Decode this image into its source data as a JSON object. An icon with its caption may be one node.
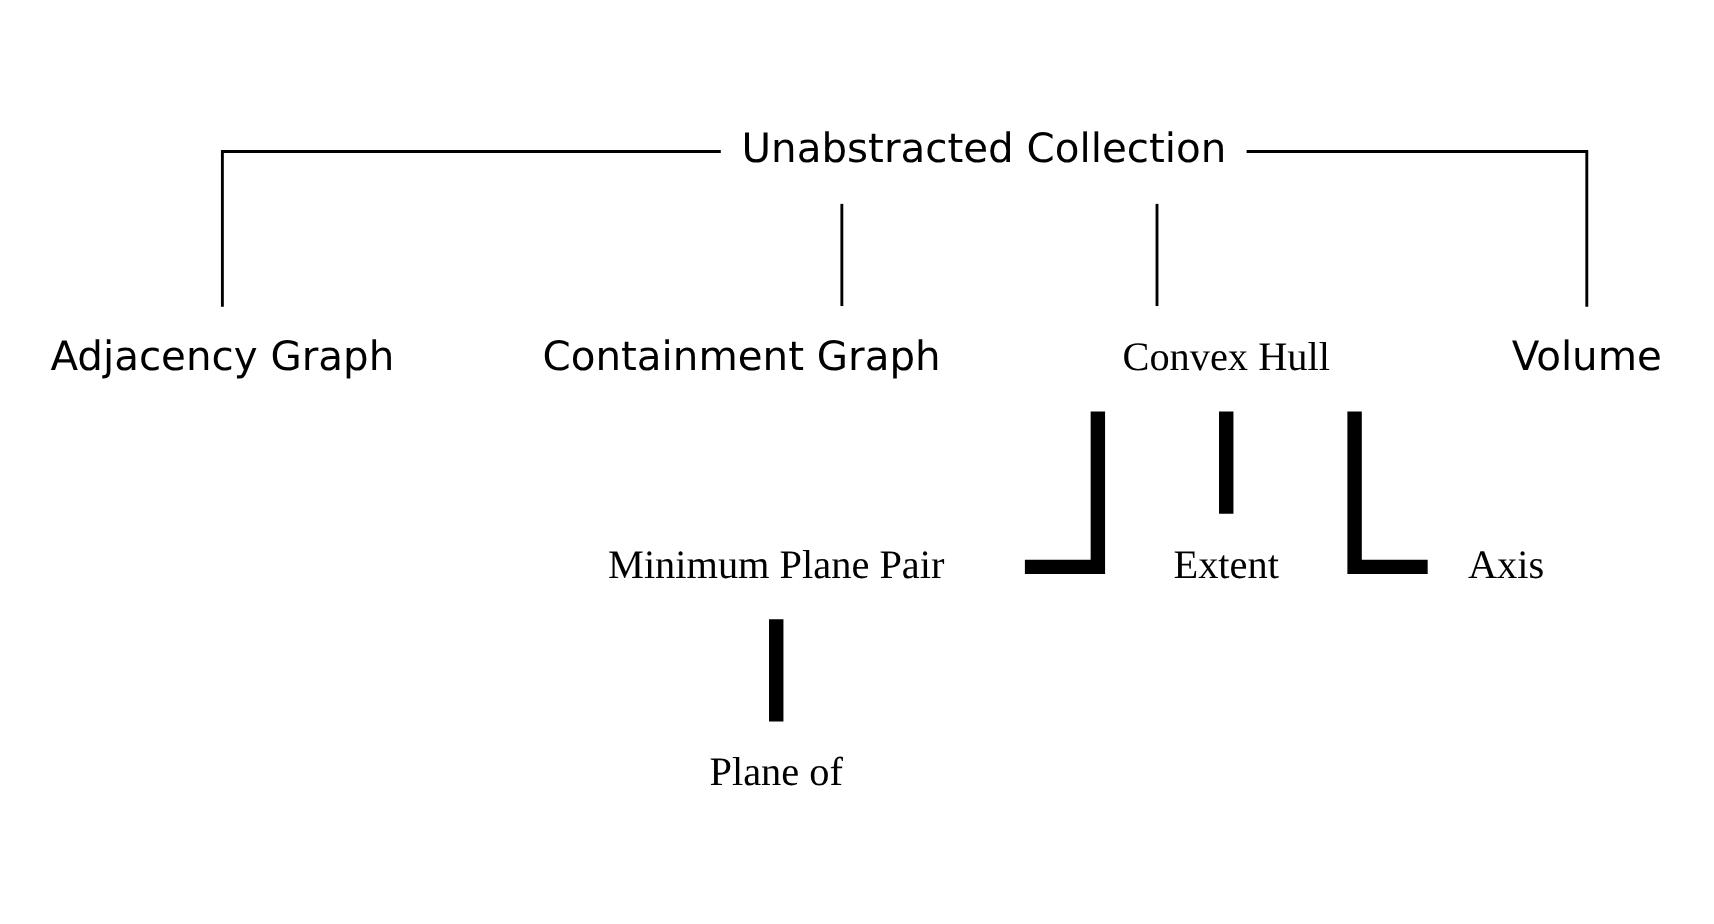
{
  "diagram": {
    "nodes": [
      {
        "text": [
          "Unabstracted Collection"
        ]
      },
      {
        "text": [
          "Adjacency Graph"
        ]
      },
      {
        "text": [
          "Containment Graph"
        ]
      },
      {
        "text": [
          "Convex Hull"
        ]
      },
      {
        "text": [
          "Volume"
        ]
      },
      {
        "text": [
          "Minimum Plane Pair"
        ]
      },
      {
        "text": [
          "Extent"
        ]
      },
      {
        "text": [
          "Axis"
        ]
      },
      {
        "text": [
          "Plane of"
        ]
      }
    ],
    "edges": [
      {
        "from": 0,
        "to": 1,
        "arrow": "none"
      },
      {
        "from": 0,
        "to": 2,
        "arrow": "none"
      },
      {
        "from": 0,
        "to": 3,
        "arrow": "none"
      },
      {
        "from": 0,
        "to": 4,
        "arrow": "none"
      },
      {
        "from": 3,
        "to": 5,
        "arrow": "none",
        "style": "thick"
      },
      {
        "from": 3,
        "to": 6,
        "arrow": "none",
        "style": "thick"
      },
      {
        "from": 3,
        "to": 7,
        "arrow": "none",
        "style": "thick"
      },
      {
        "from": 5,
        "to": 8,
        "arrow": "none",
        "style": "thick"
      }
    ]
  }
}
